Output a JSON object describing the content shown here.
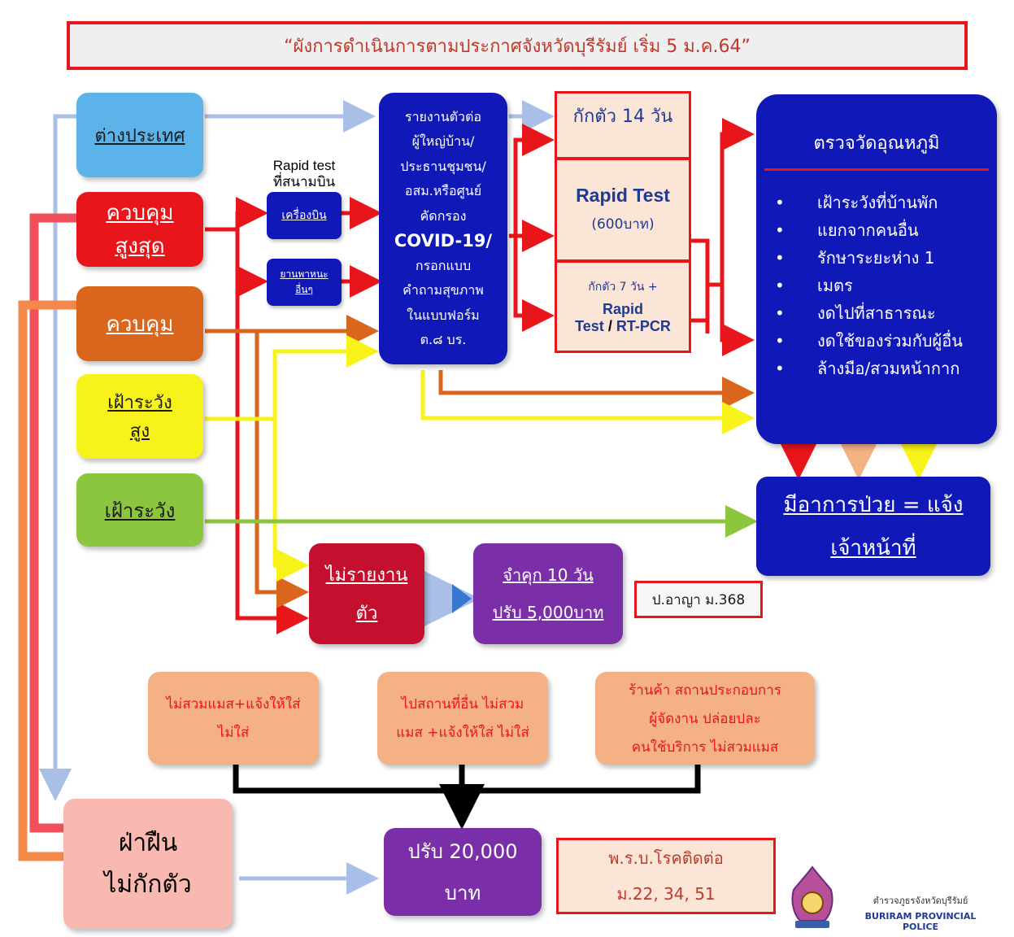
{
  "title": "“ผังการดำเนินการตามประกาศจังหวัดบุรีรัมย์ เริ่ม 5 ม.ค.64”",
  "zones": {
    "abroad": "ต่างประเทศ",
    "max_control_1": "ควบคุม",
    "max_control_2": "สูงสุด",
    "control": "ควบคุม",
    "high_watch_1": "เฝ้าระวัง",
    "high_watch_2": "สูง",
    "watch": "เฝ้าระวัง"
  },
  "rapid_airport_1": "Rapid test",
  "rapid_airport_2": "ที่สนามบิน",
  "airplane": "เครื่องบิน",
  "other_vehicle_1": "ยานพาหนะ",
  "other_vehicle_2": "อื่นๆ",
  "report": {
    "l1": "รายงานตัวต่อ",
    "l2": "ผู้ใหญ่บ้าน/",
    "l3": "ประธานชุมชน/",
    "l4": "อสม.หรือศูนย์",
    "l5": "คัดกรอง",
    "l6": "COVID-19/",
    "l7": "กรอกแบบ",
    "l8": "คำถามสุขภาพ",
    "l9": "ในแบบฟอร์ม",
    "l10": "ต.๘ บร."
  },
  "quarantine14": "กักตัว 14 วัน",
  "rapid_test": "Rapid Test",
  "rapid_price": "(600บาท)",
  "quarantine7": "กักตัว 7 วัน +",
  "rapid_word": "Rapid",
  "test_word": "Test",
  "rtpcr": "RT-PCR",
  "temp": {
    "title": "ตรวจวัดอุณหภูมิ",
    "items": [
      "เฝ้าระวังที่บ้านพัก",
      "แยกจากคนอื่น",
      "รักษาระยะห่าง 1",
      "เมตร",
      "งดไปที่สาธารณะ",
      "งดใช้ของร่วมกับผู้อื่น",
      "ล้างมือ/สวมหน้ากาก"
    ]
  },
  "sick_1": "มีอาการป่วย = แจ้ง",
  "sick_2": "เจ้าหน้าที่",
  "no_report_1": "ไม่รายงาน",
  "no_report_2": "ตัว",
  "jail_1": "จำคุก 10 วัน",
  "jail_2": "ปรับ 5,000บาท",
  "law368": "ป.อาญา ม.368",
  "mask1_1": "ไม่สวมแมส+แจ้งให้ใส่",
  "mask1_2": "ไม่ใส่",
  "mask2_1": "ไปสถานที่อื่น ไม่สวม",
  "mask2_2": "แมส +แจ้งให้ใส่ ไม่ใส่",
  "shop_1": "ร้านค้า สถานประกอบการ",
  "shop_2": "ผู้จัดงาน ปล่อยปละ",
  "shop_3": "คนใช้บริการ ไม่สวมแมส",
  "violate_1": "ฝ่าฝืน",
  "violate_2": "ไม่กักตัว",
  "fine_1": "ปรับ 20,000",
  "fine_2": "บาท",
  "act_1": "พ.ร.บ.โรคติดต่อ",
  "act_2": "ม.22, 34, 51",
  "police_th": "ตำรวจภูธรจังหวัดบุรีรัมย์",
  "police_en": "BURIRAM PROVINCIAL POLICE",
  "colors": {
    "navy": "#1018b8",
    "red": "#e8161b",
    "orange": "#e0701a",
    "yellow": "#f7f21a",
    "green": "#8cc63e",
    "sky": "#5cb3ea",
    "purple": "#7a2fa8",
    "peach": "#f4b183",
    "crimson": "#c4102e"
  }
}
